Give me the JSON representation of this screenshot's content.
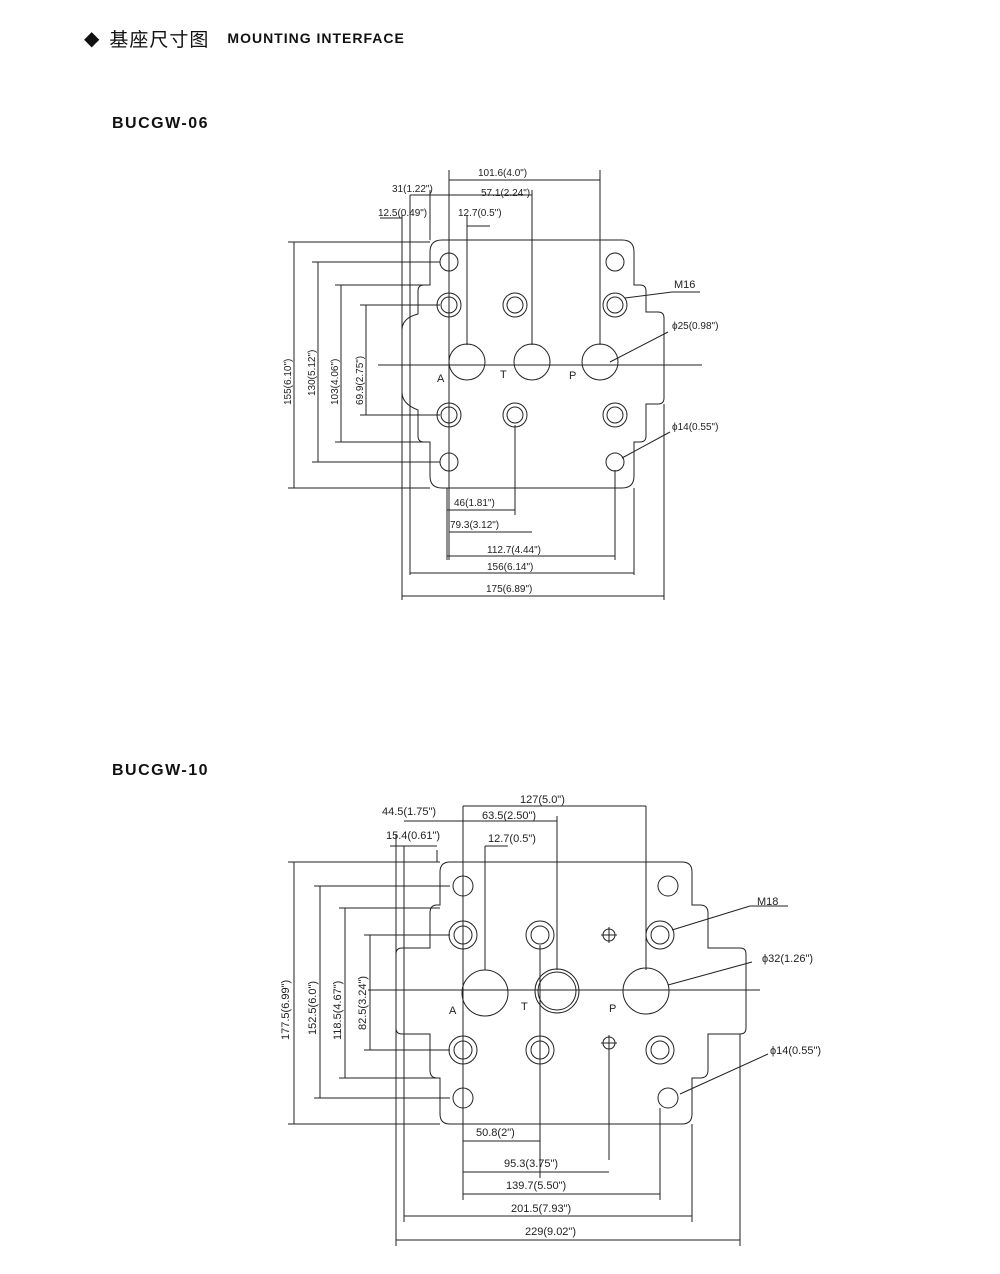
{
  "header": {
    "bullet": "◆",
    "title_cn": "基座尺寸图",
    "title_en": "MOUNTING INTERFACE"
  },
  "models": [
    {
      "name": "BUCGW-06",
      "ports": [
        "A",
        "T",
        "P"
      ],
      "thread": "M16",
      "port_dia": "ϕ25(0.98\")",
      "bolt_dia": "ϕ14(0.55\")",
      "top_dims": [
        "101.6(4.0\")",
        "31(1.22\")",
        "57.1(2.24\")",
        "12.5(0.49\")",
        "12.7(0.5\")"
      ],
      "left_dims": [
        "155(6.10\")",
        "130(5.12\")",
        "103(4.06\")",
        "69.9(2.75\")"
      ],
      "bottom_dims": [
        "46(1.81\")",
        "79.3(3.12\")",
        "112.7(4.44\")",
        "156(6.14\")",
        "175(6.89\")"
      ]
    },
    {
      "name": "BUCGW-10",
      "ports": [
        "A",
        "T",
        "P"
      ],
      "thread": "M18",
      "port_dia": "ϕ32(1.26\")",
      "bolt_dia": "ϕ14(0.55\")",
      "top_dims": [
        "127(5.0\")",
        "44.5(1.75\")",
        "63.5(2.50\")",
        "15.4(0.61\")",
        "12.7(0.5\")"
      ],
      "left_dims": [
        "177.5(6.99\")",
        "152.5(6.0\")",
        "118.5(4.67\")",
        "82.5(3.24\")"
      ],
      "bottom_dims": [
        "50.8(2\")",
        "95.3(3.75\")",
        "139.7(5.50\")",
        "201.5(7.93\")",
        "229(9.02\")"
      ]
    }
  ]
}
